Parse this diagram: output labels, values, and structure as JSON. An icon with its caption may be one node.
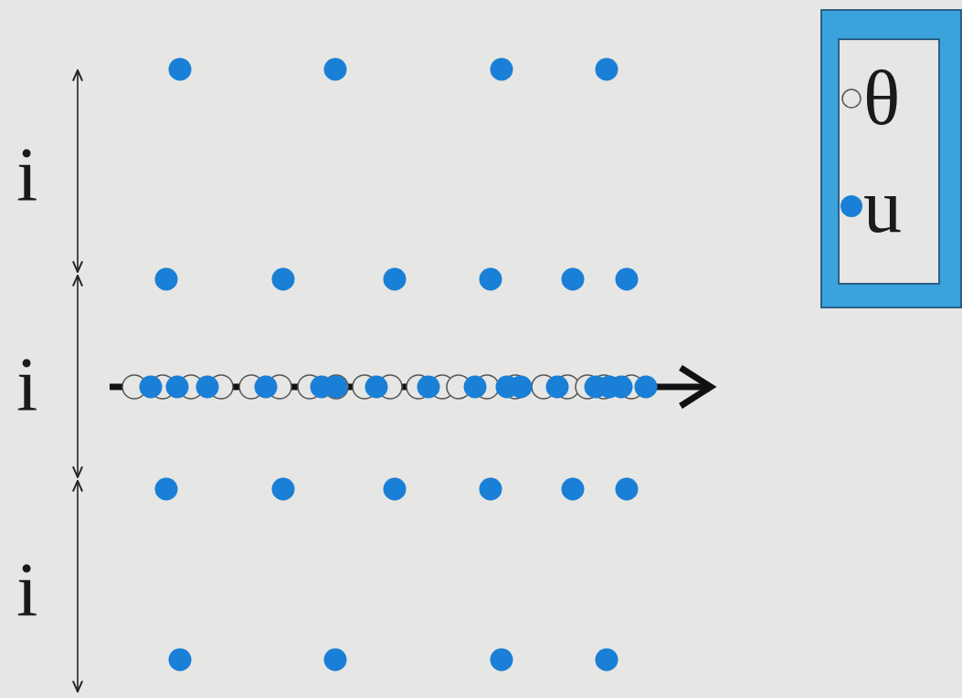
{
  "diagram": {
    "labels": [
      "i",
      "i",
      "i"
    ],
    "legend": [
      {
        "text": "θ"
      },
      {
        "text": "u",
        "color": "#1a7fd6"
      }
    ]
  }
}
